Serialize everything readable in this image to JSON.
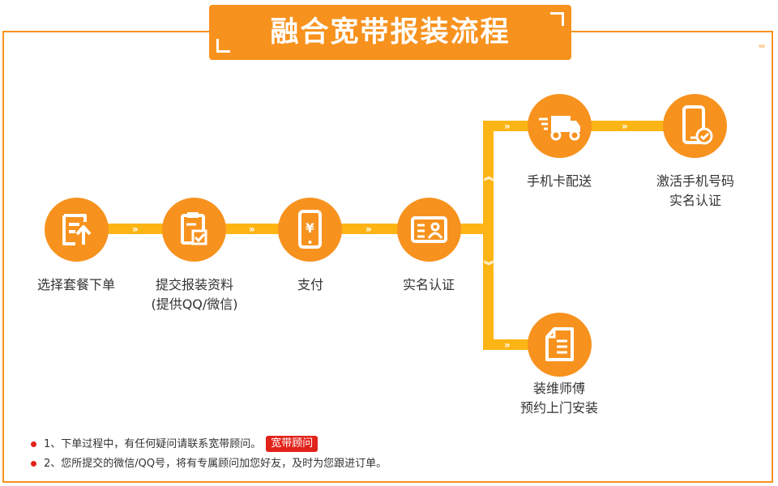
{
  "title": "融合宽带报装流程",
  "steps": {
    "select_package": "选择套餐下单",
    "submit_info_line1": "提交报装资料",
    "submit_info_line2": "(提供QQ/微信)",
    "pay": "支付",
    "realname": "实名认证",
    "sim_delivery": "手机卡配送",
    "activate_line1": "激活手机号码",
    "activate_line2": "实名认证",
    "install_line1": "装维师傅",
    "install_line2": "预约上门安装"
  },
  "icons": {
    "select_package": "document-upload-icon",
    "submit_info": "clipboard-check-icon",
    "pay": "phone-yuan-icon",
    "realname": "id-card-icon",
    "sim_delivery": "delivery-truck-icon",
    "activate": "phone-check-icon",
    "install": "checklist-icon",
    "connector": "double-chevron-icon"
  },
  "notes": {
    "line1": "1、下单过程中，有任何疑问请联系宽带顾问。",
    "badge": "宽带顾问",
    "line2": "2、您所提交的微信/QQ号，将有专属顾问加您好友，及时为您跟进订单。"
  },
  "colors": {
    "accent": "#f7921e",
    "connector": "#fdb515",
    "badge": "#e2231a"
  }
}
